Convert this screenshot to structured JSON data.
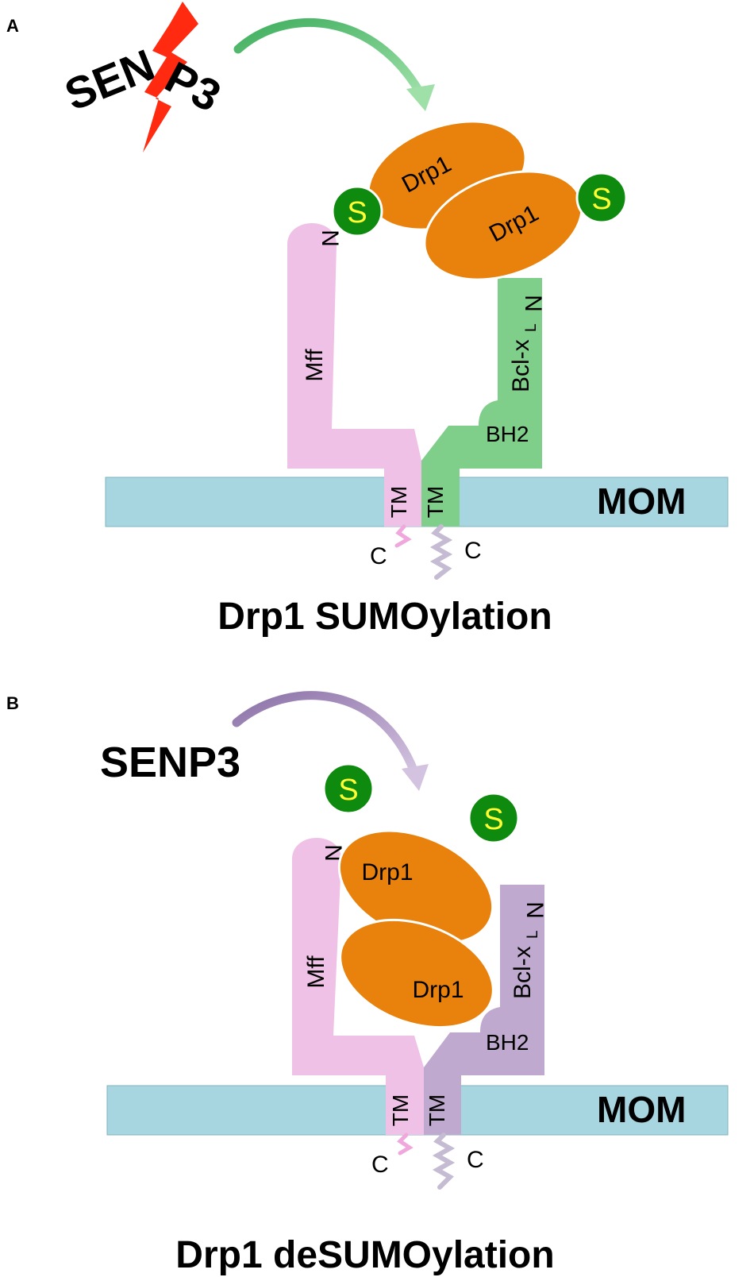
{
  "panels": [
    {
      "letter": "A",
      "senp3": "SENP3",
      "senp3_left": "SEN",
      "senp3_right": "P3",
      "title": "Drp1 SUMOylation",
      "membrane": "MOM",
      "drp1_upper": "Drp1",
      "drp1_lower": "Drp1",
      "sumo_left": "S",
      "sumo_right": "S",
      "mff": "Mff",
      "mff_n": "N",
      "bcl": "Bcl-x",
      "bcl_sub": "L",
      "bcl_n": "N",
      "bh2": "BH2",
      "tm_mff": "TM",
      "tm_bcl": "TM",
      "c_mff": "C",
      "c_bcl": "C"
    },
    {
      "letter": "B",
      "senp3": "SENP3",
      "title": "Drp1 deSUMOylation",
      "membrane": "MOM",
      "drp1_upper": "Drp1",
      "drp1_lower": "Drp1",
      "sumo_left": "S",
      "sumo_right": "S",
      "mff": "Mff",
      "mff_n": "N",
      "bcl": "Bcl-x",
      "bcl_sub": "L",
      "bcl_n": "N",
      "bh2": "BH2",
      "tm_mff": "TM",
      "tm_bcl": "TM",
      "c_mff": "C",
      "c_bcl": "C"
    }
  ],
  "colors": {
    "membrane": "#a8d6e0",
    "mff": "#f0c1e6",
    "bcl_active": "#7fce8a",
    "bcl_inactive": "#bfa9cf",
    "drp1": "#e8820c",
    "sumo": "#0e8a0e",
    "arrow_a": "#7ccf8a",
    "arrow_b": "#b29ac5",
    "lightning": "#ff2a10"
  }
}
